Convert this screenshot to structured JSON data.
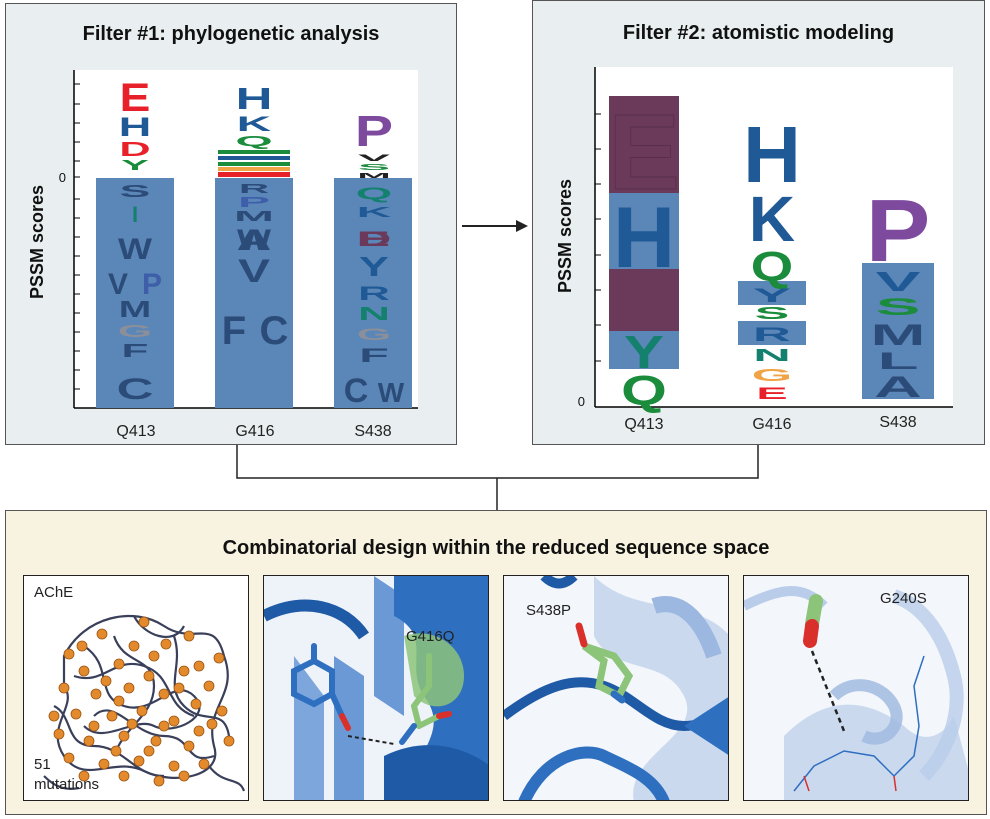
{
  "filter1": {
    "title": "Filter #1: phylogenetic analysis",
    "ylabel": "PSSM scores",
    "zero_tick": "0",
    "columns": [
      "Q413",
      "G416",
      "S438"
    ]
  },
  "filter2": {
    "title": "Filter #2: atomistic modeling",
    "ylabel": "PSSM scores",
    "zero_tick": "0",
    "columns": [
      "Q413",
      "G416",
      "S438"
    ]
  },
  "bottom": {
    "title": "Combinatorial design within the reduced sequence space",
    "panels": [
      {
        "label": "AChE",
        "sublabel_1": "51",
        "sublabel_2": "mutations"
      },
      {
        "label": "G416Q"
      },
      {
        "label": "S438P"
      },
      {
        "label": "G240S"
      }
    ]
  },
  "colors": {
    "red": "#e8202a",
    "blue": "#1f5a96",
    "green": "#1a8c3c",
    "purple": "#7d4a9e",
    "orange": "#f0a347",
    "teal": "#14806e",
    "navy": "#1a2e55",
    "negative_bg": "#5b86b8",
    "maroon_bg": "#6b3a5a",
    "protein": "#2e6fc0",
    "ligand_green": "#8cc47a",
    "sphere": "#e38a2d"
  }
}
